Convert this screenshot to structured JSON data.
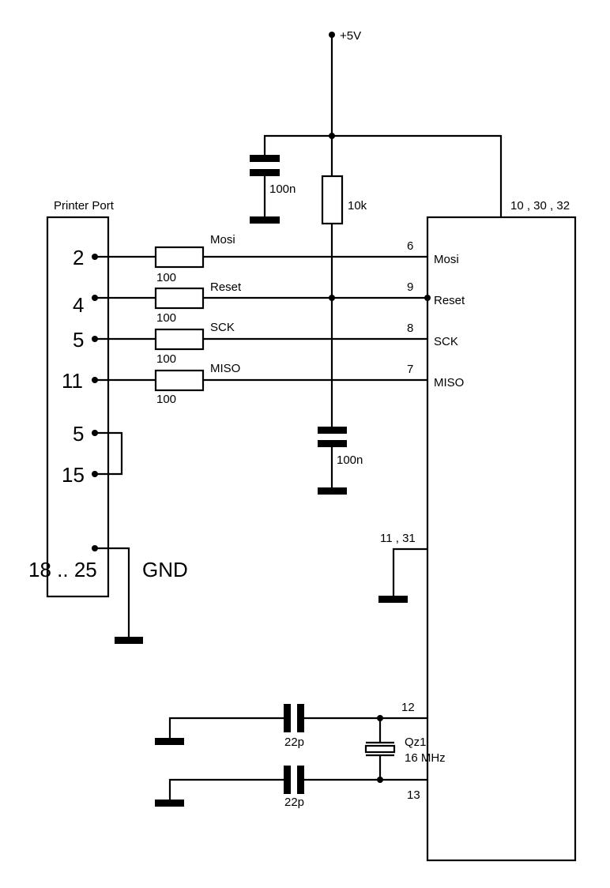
{
  "supply": {
    "label": "+5V"
  },
  "decoupling_caps": [
    {
      "value": "100n"
    },
    {
      "value": "100n"
    }
  ],
  "pullup": {
    "value": "10k"
  },
  "ic": {
    "vcc_pins": "10 , 30 , 32",
    "gnd_pins": "11 , 31",
    "pins": [
      {
        "number": "6",
        "name": "Mosi"
      },
      {
        "number": "9",
        "name": "Reset"
      },
      {
        "number": "8",
        "name": "SCK"
      },
      {
        "number": "7",
        "name": "MISO"
      }
    ],
    "xtal_pins": [
      "12",
      "13"
    ]
  },
  "printer_port": {
    "title": "Printer Port",
    "signal_pins": [
      "2",
      "4",
      "5",
      "11"
    ],
    "loop_pins": [
      "5",
      "15"
    ],
    "ground_pins": "18 .. 25",
    "ground_label": "GND"
  },
  "series_resistors": [
    {
      "value": "100",
      "signal": "Mosi"
    },
    {
      "value": "100",
      "signal": "Reset"
    },
    {
      "value": "100",
      "signal": "SCK"
    },
    {
      "value": "100",
      "signal": "MISO"
    }
  ],
  "crystal": {
    "name": "Qz1",
    "frequency": "16 MHz"
  },
  "load_caps": [
    {
      "value": "22p"
    },
    {
      "value": "22p"
    }
  ]
}
